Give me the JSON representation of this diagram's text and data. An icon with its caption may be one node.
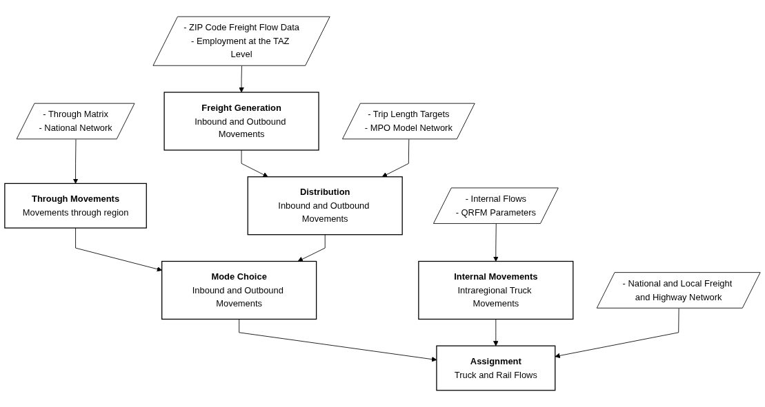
{
  "diagram": {
    "nodes": [
      {
        "text": [
          "- Through Matrix",
          "- National Network"
        ]
      },
      {
        "text": [
          "Through Movements",
          "Movements through region"
        ]
      },
      {
        "text": [
          "Freight Generation",
          "Inbound and Outbound Movements"
        ]
      },
      {
        "text": [
          "- ZIP Code Freight Flow Data",
          "- Employment at the TAZ Level"
        ]
      },
      {
        "text": [
          "Distribution",
          "Inbound and Outbound Movements"
        ]
      },
      {
        "text": [
          "- Trip Length Targets",
          "- MPO Model Network"
        ]
      },
      {
        "text": [
          "Mode Choice",
          "Inbound and Outbound Movements"
        ]
      },
      {
        "text": [
          "Assignment",
          "Truck and Rail Flows"
        ]
      },
      {
        "text": [
          "- Internal Flows",
          "- QRFM Parameters"
        ]
      },
      {
        "text": [
          "Internal Movements",
          "Intraregional Truck Movements"
        ]
      },
      {
        "text": [
          "- National and Local Freight and Highway Network"
        ]
      }
    ],
    "edges": [
      {
        "from": 0,
        "to": 1,
        "arrow": "to"
      },
      {
        "from": 3,
        "to": 2,
        "arrow": "to"
      },
      {
        "from": 2,
        "to": 4,
        "arrow": "to"
      },
      {
        "from": 5,
        "to": 4,
        "arrow": "to"
      },
      {
        "from": 1,
        "to": 6,
        "arrow": "to"
      },
      {
        "from": 4,
        "to": 6,
        "arrow": "to"
      },
      {
        "from": 6,
        "to": 7,
        "arrow": "to"
      },
      {
        "from": 9,
        "to": 7,
        "arrow": "to"
      },
      {
        "from": 8,
        "to": 9,
        "arrow": "to"
      },
      {
        "from": 10,
        "to": 7,
        "arrow": "to"
      }
    ]
  }
}
